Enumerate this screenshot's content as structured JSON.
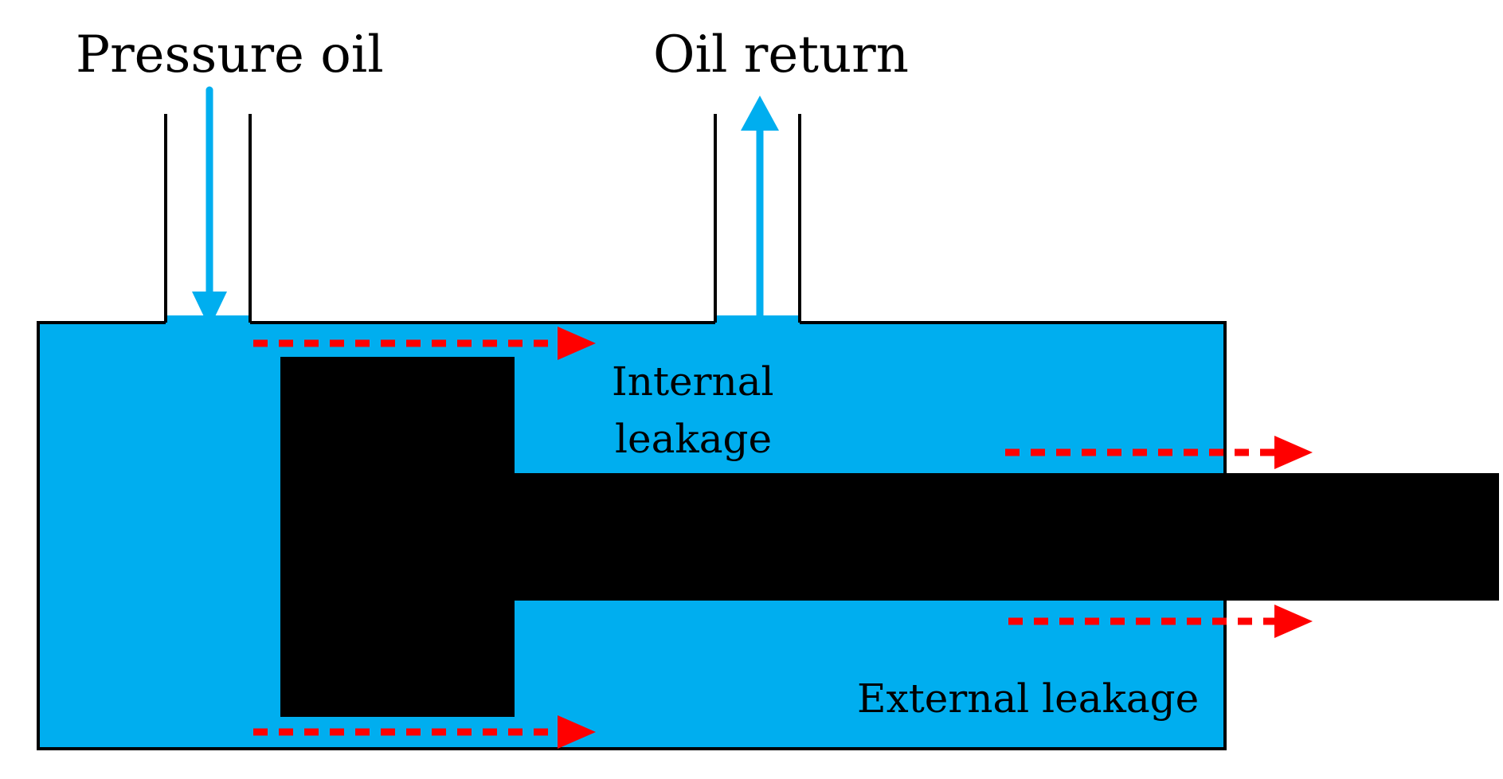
{
  "labels": {
    "pressure_oil": "Pressure oil",
    "oil_return": "Oil return",
    "internal_leakage_line1": "Internal",
    "internal_leakage_line2": "leakage",
    "external_leakage": "External leakage"
  },
  "colors": {
    "oil": "#00AEEF",
    "flow_arrow": "#00AEEF",
    "leakage_arrow": "#FF0000",
    "piston": "#000000",
    "outline": "#000000",
    "background": "#FFFFFF"
  }
}
